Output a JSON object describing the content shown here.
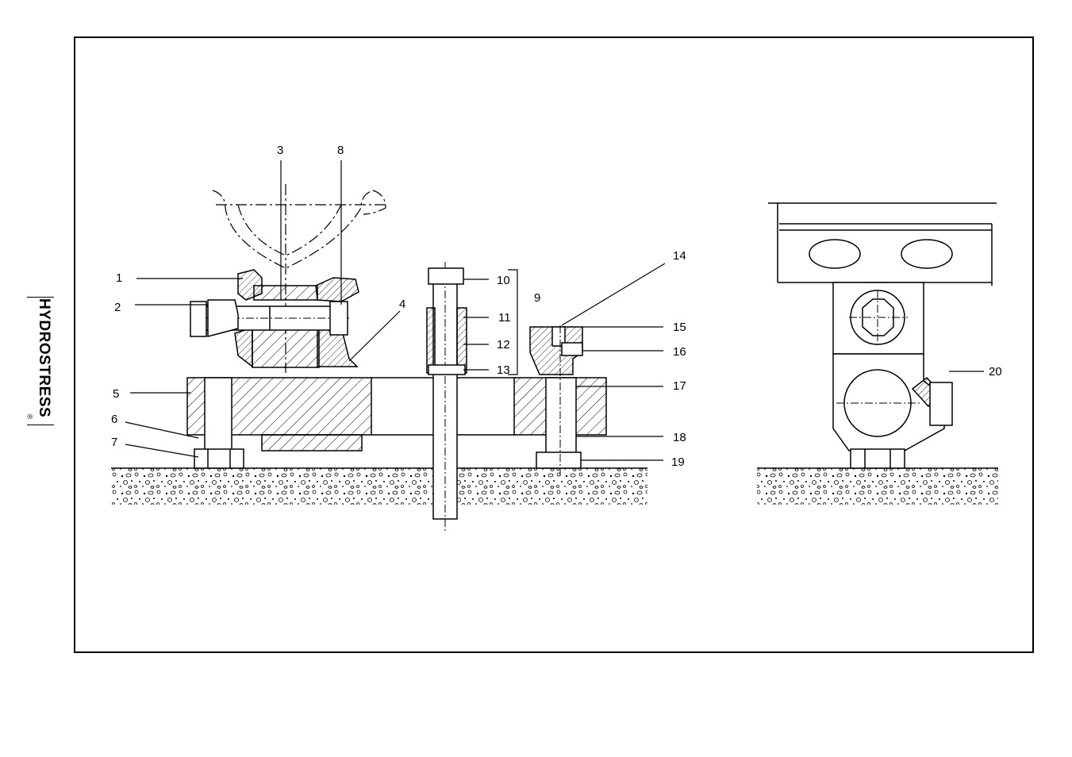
{
  "brand": {
    "name": "HYDROSTRESS",
    "mark": "®"
  },
  "callouts": [
    "1",
    "2",
    "3",
    "4",
    "5",
    "6",
    "7",
    "8",
    "9",
    "10",
    "11",
    "12",
    "13",
    "14",
    "15",
    "16",
    "17",
    "18",
    "19",
    "20"
  ]
}
